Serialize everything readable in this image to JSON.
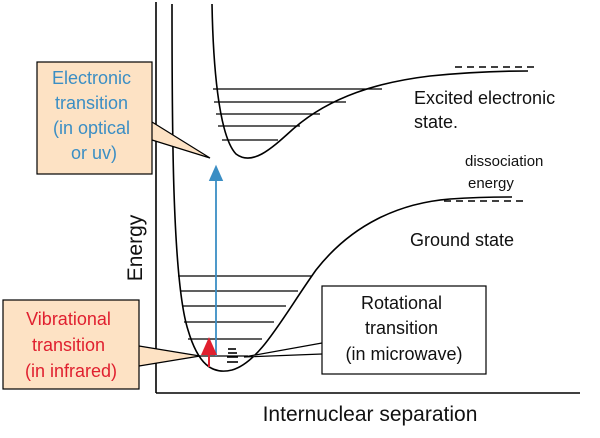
{
  "axes": {
    "y_label": "Energy",
    "x_label": "Internuclear separation"
  },
  "labels": {
    "excited_state": [
      "Excited electronic",
      "state."
    ],
    "ground_state": "Ground state",
    "dissociation_energy": [
      "dissociation",
      "energy"
    ]
  },
  "callouts": {
    "electronic": {
      "lines": [
        "Electronic",
        "transition",
        "(in optical",
        "or uv)"
      ],
      "text_color": "#3b8ec4",
      "fill": "#fde2c4"
    },
    "vibrational": {
      "lines": [
        "Vibrational",
        "transition",
        "(in infrared)"
      ],
      "text_color": "#e0202f",
      "fill": "#fde2c4"
    },
    "rotational": {
      "lines": [
        "Rotational",
        "transition",
        "(in microwave)"
      ],
      "text_color": "#111111",
      "fill": "#ffffff"
    }
  },
  "colors": {
    "electronic_arrow": "#3b8ec4",
    "vibrational_arrow": "#e0202f",
    "curves": "#000000"
  }
}
